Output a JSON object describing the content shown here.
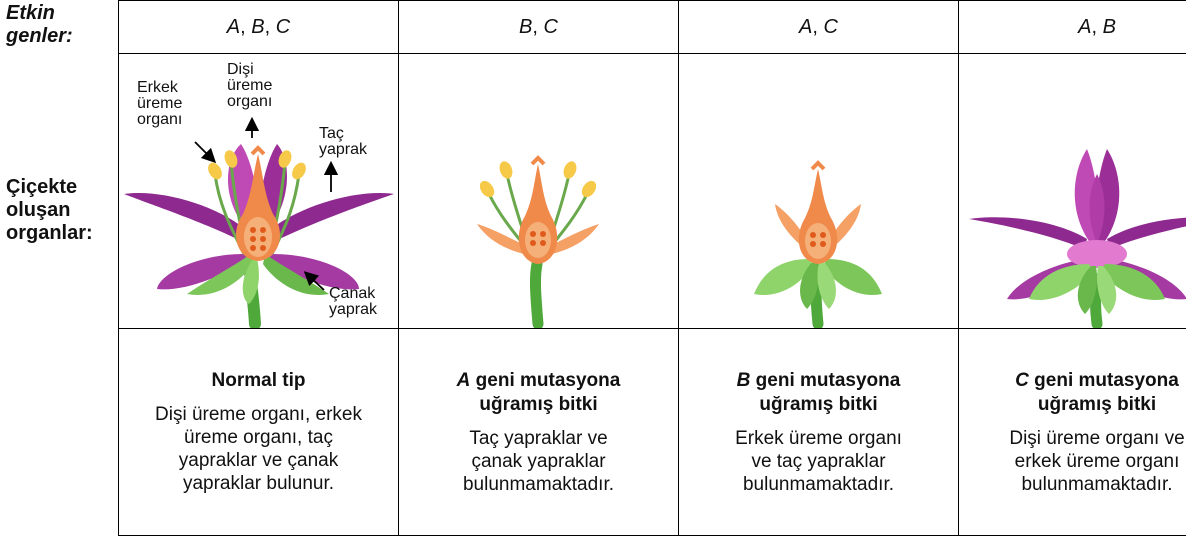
{
  "row_labels": {
    "genes_line1": "Etkin",
    "genes_line2": "genler:",
    "organs_line1": "Çiçekte",
    "organs_line2": "oluşan",
    "organs_line3": "organlar:"
  },
  "columns": [
    {
      "genes": "A, B, C",
      "title_italic": "",
      "title_rest": "Normal tip",
      "title_line2": "",
      "description": [
        "Dişi üreme organı, erkek",
        "üreme organı, taç",
        "yapraklar ve çanak",
        "yapraklar bulunur."
      ]
    },
    {
      "genes": "B, C",
      "title_italic": "A",
      "title_rest": " geni mutasyona",
      "title_line2": "uğramış bitki",
      "description": [
        "Taç yapraklar ve",
        "çanak yapraklar",
        "bulunmamaktadır."
      ]
    },
    {
      "genes": "A, C",
      "title_italic": "B",
      "title_rest": " geni mutasyona",
      "title_line2": "uğramış bitki",
      "description": [
        "Erkek üreme organı",
        "ve taç yapraklar",
        "bulunmamaktadır."
      ]
    },
    {
      "genes": "A, B",
      "title_italic": "C",
      "title_rest": " geni mutasyona",
      "title_line2": "uğramış bitki",
      "description": [
        "Dişi üreme organı ve",
        "erkek üreme organı",
        "bulunmamaktadır."
      ]
    }
  ],
  "annotations": {
    "stamen": [
      "Erkek",
      "üreme",
      "organı"
    ],
    "pistil": [
      "Dişi",
      "üreme",
      "organı"
    ],
    "petal": [
      "Taç",
      "yaprak"
    ],
    "sepal": [
      "Çanak",
      "yaprak"
    ]
  },
  "colors": {
    "petal": "#8e2a8f",
    "petal_light": "#c04ab5",
    "sepal": "#7cc65a",
    "stem": "#4fa83a",
    "pistil": "#f08a4b",
    "stamen_head": "#f7c948"
  }
}
